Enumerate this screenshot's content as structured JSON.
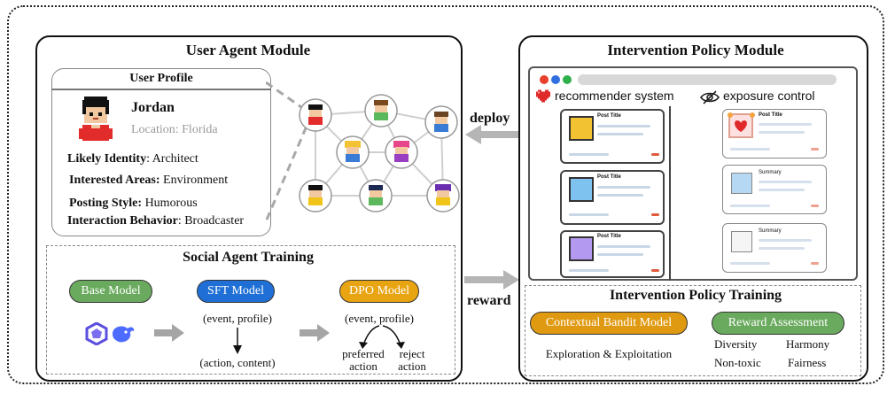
{
  "user_agent_module": {
    "title": "User Agent Module",
    "profile": {
      "header": "User Profile",
      "name": "Jordan",
      "location": "Location: Florida",
      "identity_label": "Likely Identity",
      "identity_value": ": Architect",
      "interests_label": "Interested Areas:",
      "interests_value": " Environment",
      "posting_label": "Posting Style:",
      "posting_value": " Humorous",
      "interaction_label": "Interaction Behavior",
      "interaction_value": ": Broadcaster"
    }
  },
  "social_agent_training": {
    "title": "Social Agent Training",
    "base_model": "Base Model",
    "sft_model": "SFT Model",
    "dpo_model": "DPO Model",
    "sft_input": "(event, profile)",
    "sft_output": "(action, content)",
    "dpo_input": "(event, profile)",
    "preferred_line1": "preferred",
    "preferred_line2": "action",
    "reject_line1": "reject",
    "reject_line2": "action"
  },
  "arrows": {
    "deploy": "deploy",
    "reward": "reward"
  },
  "intervention_policy_module": {
    "title": "Intervention Policy Module",
    "recommender_label": "recommender system",
    "exposure_label": "exposure control",
    "post_title": "Post Title",
    "summary": "Summary"
  },
  "intervention_policy_training": {
    "title": "Intervention Policy Training",
    "bandit_model": "Contextual Bandit Model",
    "reward_assessment": "Reward Assessment",
    "exploration": "Exploration & Exploitation",
    "metrics": [
      "Diversity",
      "Harmony",
      "Non-toxic",
      "Fairness"
    ]
  },
  "colors": {
    "base_model": "#6aaa5e",
    "sft_model": "#1f6fd6",
    "dpo_model": "#e9a412",
    "bandit_model": "#e09a12",
    "reward_assessment": "#6aaa5e",
    "browser_red": "#e8402c",
    "browser_blue": "#2f6fe0",
    "browser_green": "#2fb04a"
  }
}
